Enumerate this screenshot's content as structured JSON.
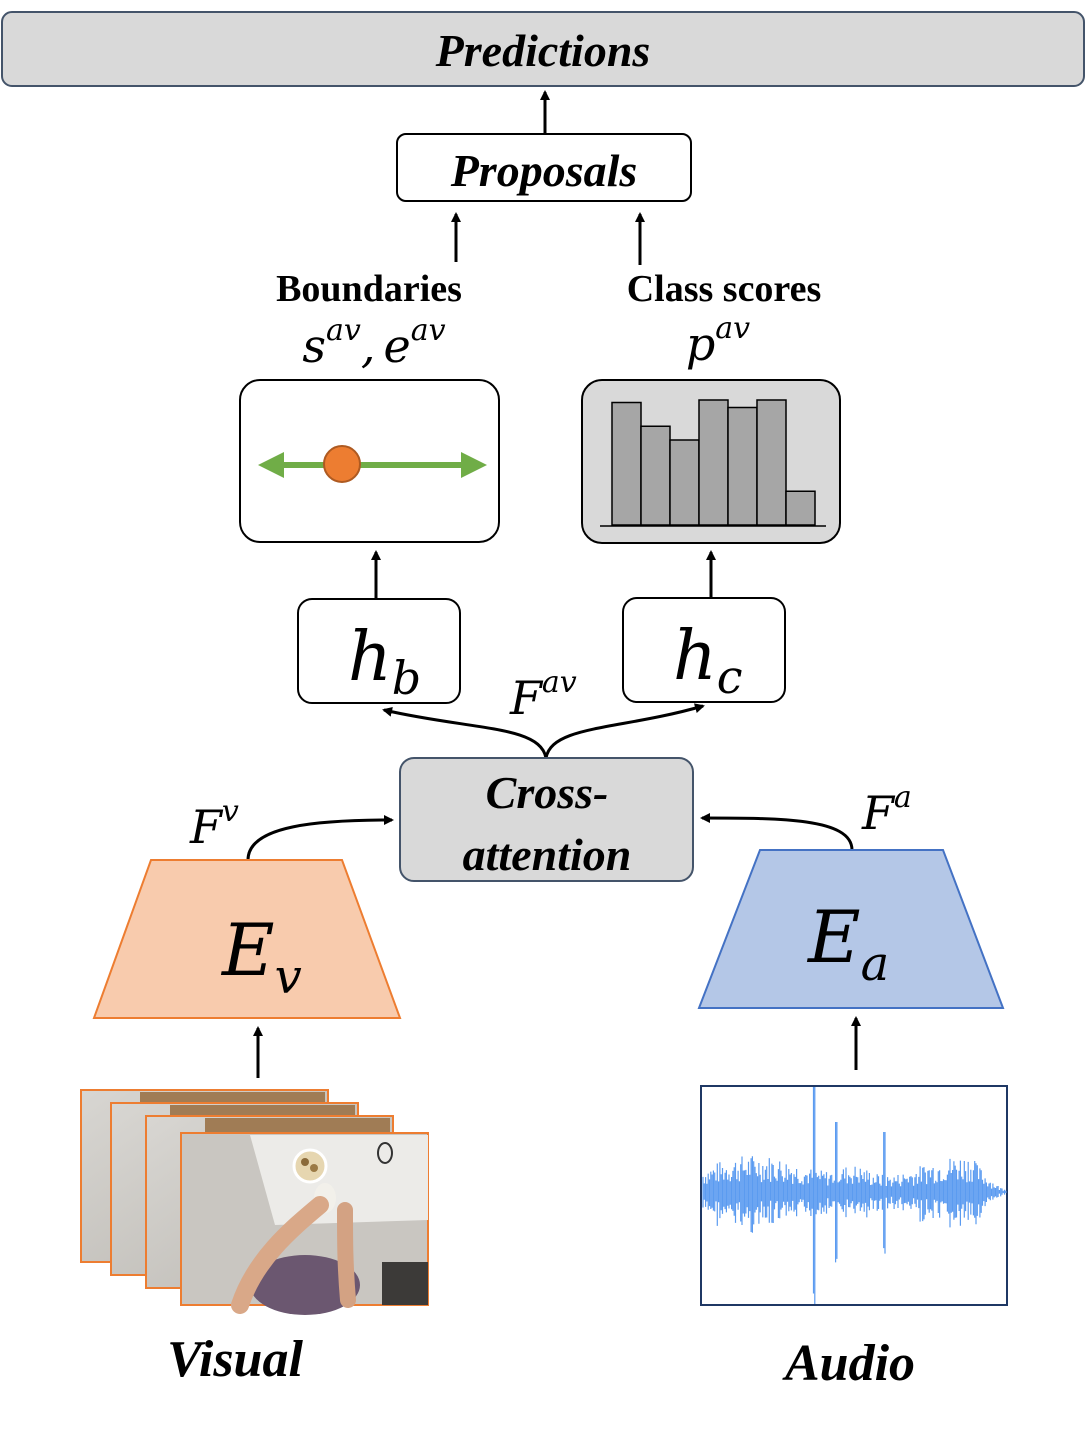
{
  "nodes": {
    "predictions": {
      "label": "Predictions"
    },
    "proposals": {
      "label": "Proposals"
    },
    "boundaries": {
      "label": "Boundaries",
      "math_base_1": "s",
      "math_sup_1": "av",
      "math_sep": ",",
      "math_base_2": "e",
      "math_sup_2": "av"
    },
    "class_scores": {
      "label": "Class scores",
      "math_base": "p",
      "math_sup": "av"
    },
    "head_boundary": {
      "base": "h",
      "sub": "b"
    },
    "head_class": {
      "base": "h",
      "sub": "c"
    },
    "fused_feature": {
      "base": "F",
      "sup": "av"
    },
    "cross_attention": {
      "line1": "Cross-",
      "line2": "attention"
    },
    "visual_feature": {
      "base": "F",
      "sup": "v"
    },
    "audio_feature": {
      "base": "F",
      "sup": "a"
    },
    "visual_encoder": {
      "base": "E",
      "sub": "v"
    },
    "audio_encoder": {
      "base": "E",
      "sub": "a"
    },
    "visual_input": {
      "label": "Visual"
    },
    "audio_input": {
      "label": "Audio"
    }
  },
  "class_score_bars": [
    0.98,
    0.79,
    0.68,
    1.0,
    0.94,
    1.0,
    0.27
  ],
  "colors": {
    "box_gray": "#d9d9d9",
    "box_border_blue": "#44546a",
    "visual_encoder_fill": "#f8cbad",
    "visual_encoder_stroke": "#ed7d31",
    "audio_encoder_fill": "#b4c7e7",
    "audio_encoder_stroke": "#4472c4",
    "boundary_arrow": "#70ad47",
    "boundary_dot": "#ed7d31",
    "bar_fill": "#a6a6a6",
    "waveform": "#5b9bf0"
  }
}
